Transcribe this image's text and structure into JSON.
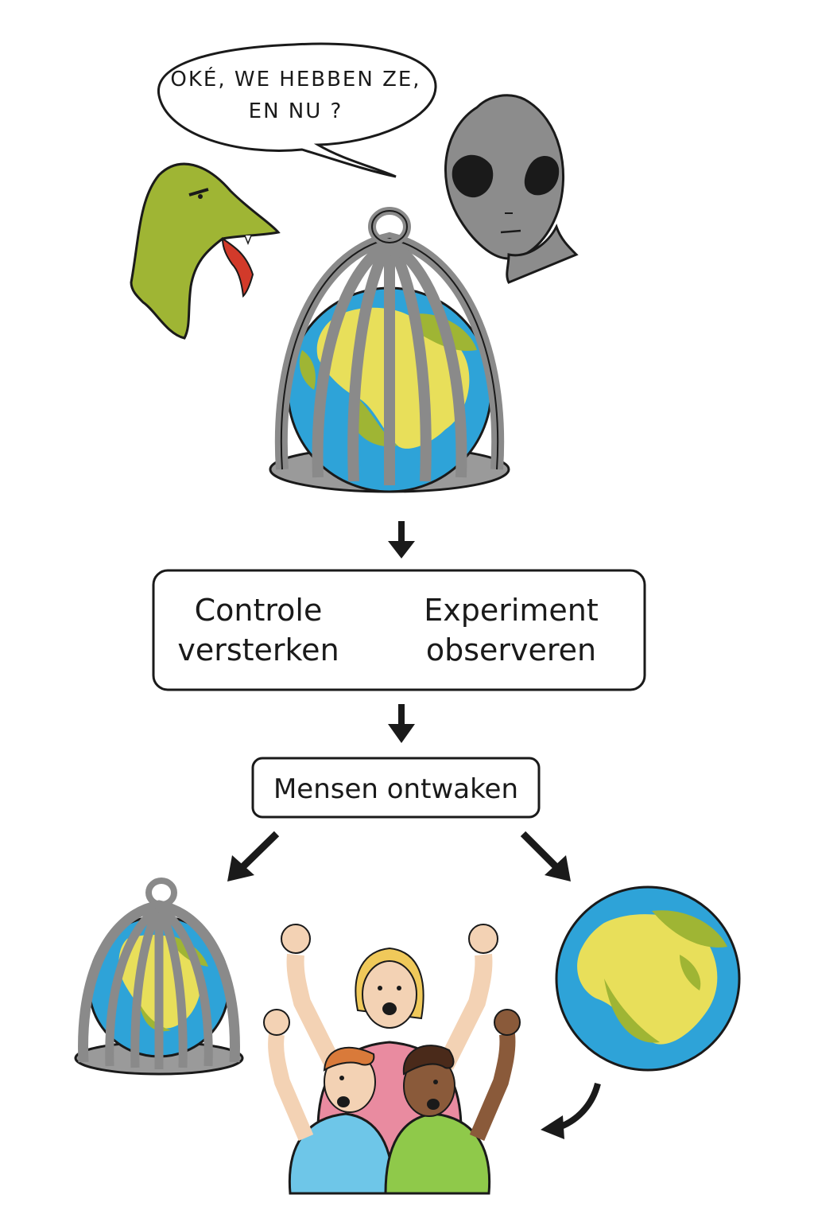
{
  "speech_bubble": {
    "line1": "OKÉ, WE HEBBEN ZE,",
    "line2": "EN NU ?"
  },
  "options_box": {
    "left_line1": "Controle",
    "left_line2": "versterken",
    "right_line1": "Experiment",
    "right_line2": "observeren"
  },
  "outcome_box": {
    "label": "Mensen ontwaken"
  },
  "colors": {
    "ocean": "#2ea3d8",
    "land_yellow": "#e8df5a",
    "land_green": "#9fb534",
    "cage": "#8a8a8a",
    "alien": "#8c8c8c",
    "reptile": "#9fb534",
    "ink": "#1a1a1a"
  },
  "icons": [
    "speech-bubble",
    "reptile-head",
    "grey-alien",
    "caged-earth",
    "arrow-down",
    "free-earth",
    "cheering-people"
  ]
}
